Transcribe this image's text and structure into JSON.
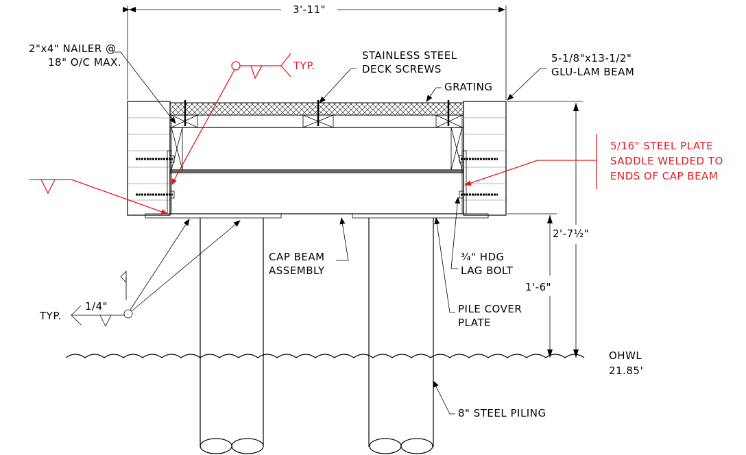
{
  "dimensions": {
    "overall_width": "3'-11\"",
    "total_height": "2'-7½\"",
    "height_to_ohwl": "1'-6\""
  },
  "labels": {
    "nailer_line1": "2\"x4\" NAILER @",
    "nailer_line2": "18\" O/C MAX.",
    "typ_weld_top": "TYP.",
    "screws_line1": "STAINLESS STEEL",
    "screws_line2": "DECK SCREWS",
    "grating": "GRATING",
    "glulam_line1": "5-1/8\"x13-1/2\"",
    "glulam_line2": "GLU-LAM BEAM",
    "plate_line1": "5/16\" STEEL PLATE",
    "plate_line2": "SADDLE WELDED TO",
    "plate_line3": "ENDS OF CAP BEAM",
    "capbeam_line1": "CAP BEAM",
    "capbeam_line2": "ASSEMBLY",
    "lag_line1": "¾\" HDG",
    "lag_line2": "LAG BOLT",
    "pile_cover_line1": "PILE COVER",
    "pile_cover_line2": "PLATE",
    "typ_weld_bottom": "TYP.",
    "weld_size": "1/4\"",
    "ohwl_line1": "OHWL",
    "ohwl_line2": "21.85'",
    "piling": "8\" STEEL PILING"
  },
  "colors": {
    "linework": "#000000",
    "revision": "#e0191e"
  }
}
